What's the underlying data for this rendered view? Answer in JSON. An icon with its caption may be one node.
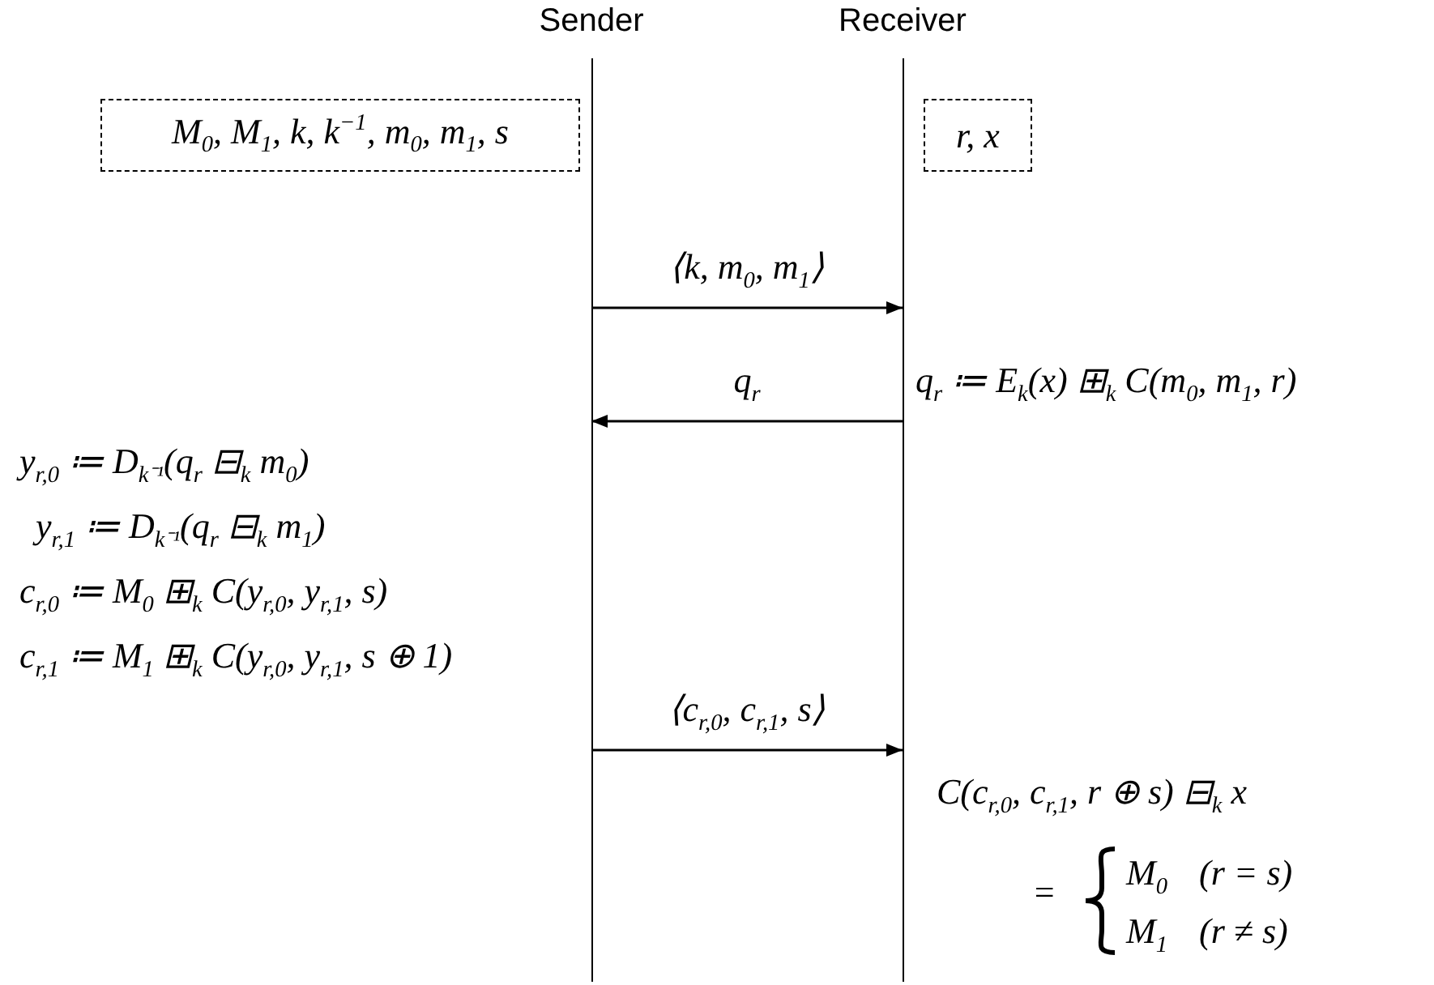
{
  "diagram": {
    "nodes": [
      {
        "text": [
          "Sender"
        ]
      },
      {
        "text": [
          "Receiver"
        ]
      },
      {
        "text": [
          "M$_{0}$, M$_{1}$, k, k$^{−1}$, m$_{0}$, m$_{1}$, s"
        ]
      },
      {
        "text": [
          "r, x"
        ]
      }
    ],
    "edges": [
      {
        "from": 0,
        "to": 1,
        "arrow": "to",
        "label": "⟨k, m$_{0}$, m$_{1}$⟩"
      },
      {
        "from": 1,
        "to": 0,
        "arrow": "to",
        "label": "q$_{r}$"
      },
      {
        "from": 0,
        "to": 1,
        "arrow": "to",
        "label": "⟨c$_{r,0}$, c$_{r,1}$, s⟩"
      }
    ],
    "labels": [
      "q$_{r}$ ≔ E$_{k}$(x) ⊞$_{k}$ C(m$_{0}$, m$_{1}$, r)",
      "y$_{r,0}$ ≔ D$_{k⁻¹}$(q$_{r}$ ⊟$_{k}$ m$_{0}$)",
      "y$_{r,1}$ ≔ D$_{k⁻¹}$(q$_{r}$ ⊟$_{k}$ m$_{1}$)",
      "c$_{r,0}$ ≔ M$_{0}$ ⊞$_{k}$ C(y$_{r,0}$, y$_{r,1}$, s)",
      "c$_{r,1}$ ≔ M$_{1}$ ⊞$_{k}$ C(y$_{r,0}$, y$_{r,1}$, s ⊕ 1)",
      "C(c$_{r,0}$, c$_{r,1}$, r ⊕ s) ⊟$_{k}$ x",
      "=",
      "M$_{0}$",
      "(r = s)",
      "M$_{1}$",
      "(r ≠ s)"
    ]
  }
}
